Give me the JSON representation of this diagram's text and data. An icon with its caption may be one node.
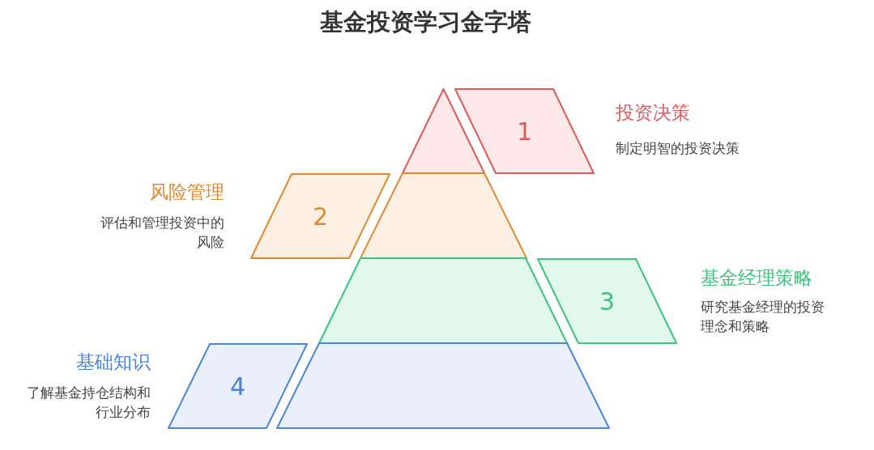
{
  "diagram": {
    "title": "基金投资学习金字塔",
    "nodes": [
      {
        "text": [],
        "shape": "triangle"
      },
      {
        "text": [
          "1"
        ],
        "beside": [
          "投资决策",
          "制定明智的投资决策"
        ]
      },
      {
        "text": [],
        "shape": "trapezoid"
      },
      {
        "text": [
          "2"
        ],
        "beside": [
          "风险管理",
          "评估和管理投资中的风险"
        ]
      },
      {
        "text": [],
        "shape": "trapezoid"
      },
      {
        "text": [
          "3"
        ],
        "beside": [
          "基金经理策略",
          "研究基金经理的投资理念和策略"
        ]
      },
      {
        "text": [],
        "shape": "trapezoid"
      },
      {
        "text": [
          "4"
        ],
        "beside": [
          "基础知识",
          "了解基金持仓结构和行业分布"
        ]
      }
    ],
    "edges": []
  }
}
